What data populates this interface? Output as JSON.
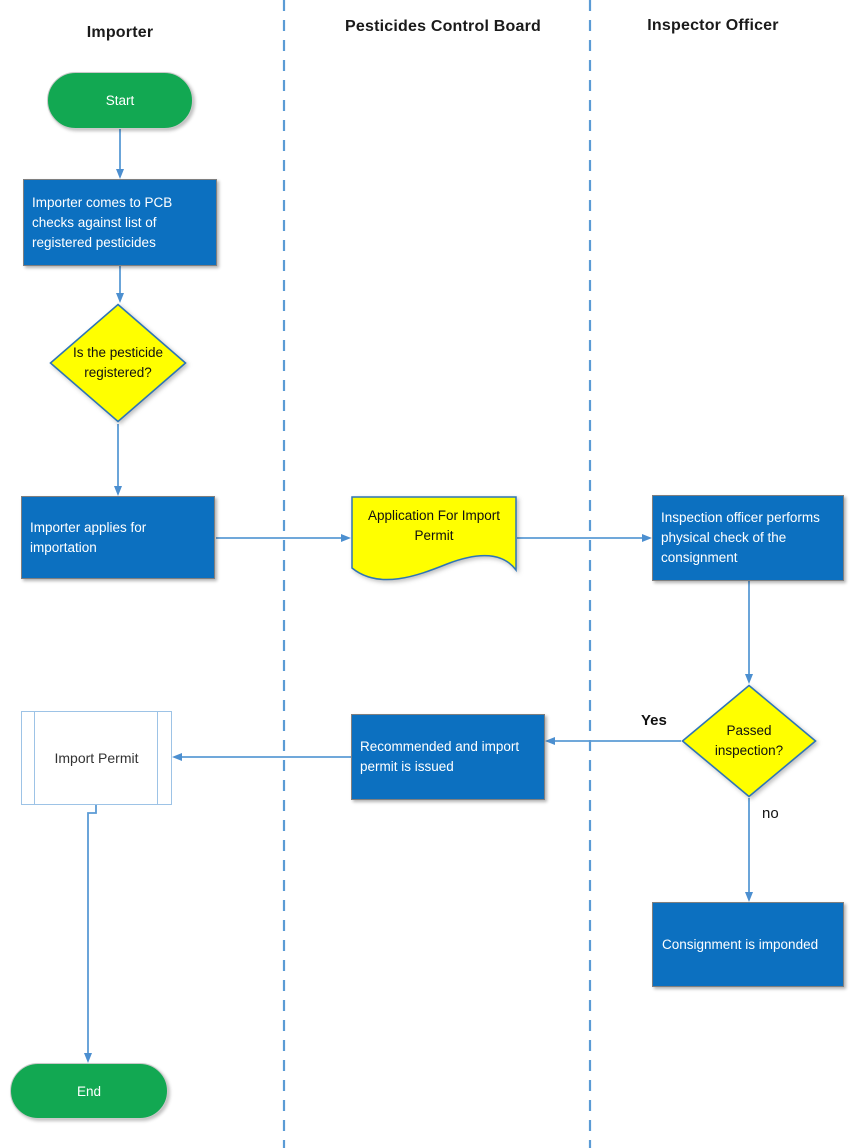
{
  "diagram": {
    "type": "swimlane-flowchart",
    "lanes": [
      {
        "title": "Importer"
      },
      {
        "title": "Pesticides Control Board"
      },
      {
        "title": "Inspector Officer"
      }
    ],
    "nodes": {
      "start": {
        "type": "terminator",
        "label": "Start"
      },
      "check_list": {
        "type": "process",
        "label": "Importer comes to PCB checks against list of registered pesticides"
      },
      "registered_decision": {
        "type": "decision",
        "label": "Is the pesticide registered?"
      },
      "apply_importation": {
        "type": "process",
        "label": "Importer applies for importation"
      },
      "application_document": {
        "type": "document",
        "label": "Application For Import Permit"
      },
      "physical_check": {
        "type": "process",
        "label": "Inspection officer performs physical check of the consignment"
      },
      "passed_decision": {
        "type": "decision",
        "label": "Passed inspection?"
      },
      "recommended": {
        "type": "process",
        "label": "Recommended and import permit is issued"
      },
      "import_permit": {
        "type": "predefined-process",
        "label": "Import Permit"
      },
      "consignment_imponded": {
        "type": "process",
        "label": "Consignment is imponded"
      },
      "end": {
        "type": "terminator",
        "label": "End"
      }
    },
    "edge_labels": {
      "yes": "Yes",
      "no": "no"
    },
    "colors": {
      "terminator_green": "#12A852",
      "process_blue": "#0C70C0",
      "shape_yellow": "#FFFF00",
      "connector_blue": "#5B9BD5",
      "arrowhead_blue": "#4C8FD0",
      "shape_border_gray": "#7F7F7F",
      "yellow_border_blue": "#2E75B6",
      "predefined_border_blue": "#9DC3E6",
      "lane_divider_blue": "#5B9BD5"
    }
  }
}
